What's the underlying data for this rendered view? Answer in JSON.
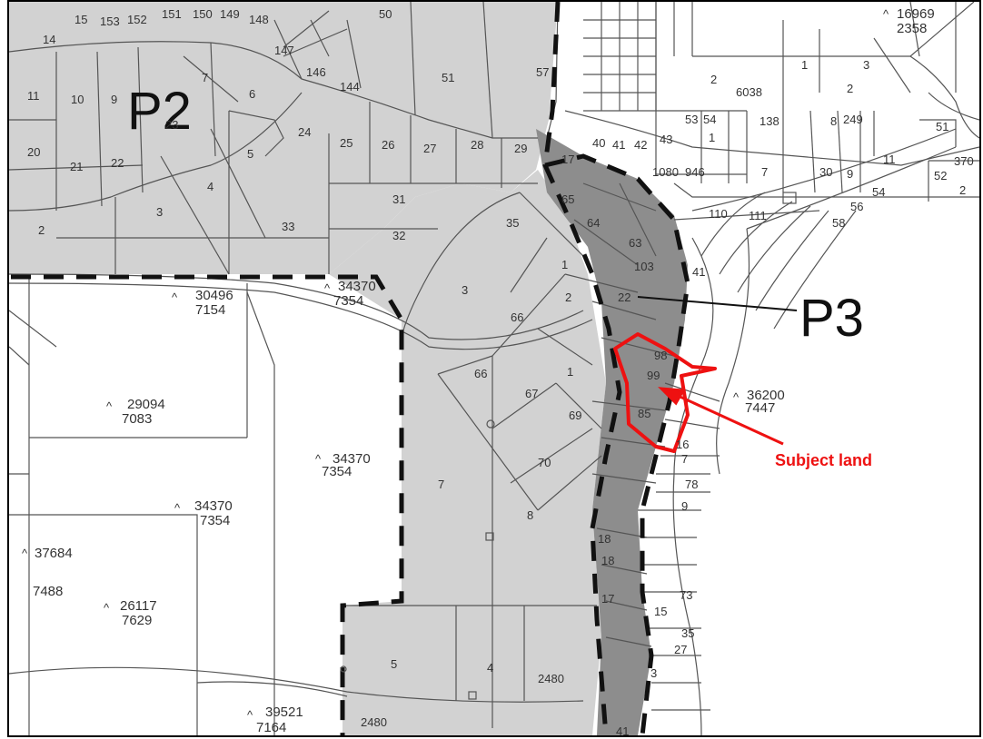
{
  "colors": {
    "zone_light": "#d2d2d2",
    "zone_dark": "#8d8d8d",
    "lines": "#555555",
    "subject": "#ee1111"
  },
  "zones": {
    "p2": "P2",
    "p3": "P3"
  },
  "callout": {
    "label": "Subject land"
  },
  "deposited_plans": [
    {
      "number": "16969",
      "lot": "2358"
    },
    {
      "number": "30496",
      "lot": "7154"
    },
    {
      "number": "34370",
      "lot": "7354"
    },
    {
      "number": "29094",
      "lot": "7083"
    },
    {
      "number": "34370",
      "lot": "7354"
    },
    {
      "number": "34370",
      "lot": "7354"
    },
    {
      "number": "36200",
      "lot": "7447"
    },
    {
      "number": "37684",
      "lot": "7488"
    },
    {
      "number": "26117",
      "lot": "7629"
    },
    {
      "number": "39521",
      "lot": "7164"
    }
  ],
  "lots": [
    {
      "label": "15"
    },
    {
      "label": "153"
    },
    {
      "label": "152"
    },
    {
      "label": "151"
    },
    {
      "label": "150"
    },
    {
      "label": "149"
    },
    {
      "label": "148"
    },
    {
      "label": "50"
    },
    {
      "label": "14"
    },
    {
      "label": "147"
    },
    {
      "label": "146"
    },
    {
      "label": "144"
    },
    {
      "label": "51"
    },
    {
      "label": "57"
    },
    {
      "label": "11"
    },
    {
      "label": "10"
    },
    {
      "label": "9"
    },
    {
      "label": "7"
    },
    {
      "label": "6"
    },
    {
      "label": "23"
    },
    {
      "label": "20"
    },
    {
      "label": "21"
    },
    {
      "label": "22"
    },
    {
      "label": "5"
    },
    {
      "label": "24"
    },
    {
      "label": "25"
    },
    {
      "label": "26"
    },
    {
      "label": "27"
    },
    {
      "label": "28"
    },
    {
      "label": "29"
    },
    {
      "label": "4"
    },
    {
      "label": "3"
    },
    {
      "label": "2"
    },
    {
      "label": "33"
    },
    {
      "label": "31"
    },
    {
      "label": "32"
    },
    {
      "label": "35"
    },
    {
      "label": "3"
    },
    {
      "label": "1"
    },
    {
      "label": "2"
    },
    {
      "label": "66"
    },
    {
      "label": "66"
    },
    {
      "label": "67"
    },
    {
      "label": "1"
    },
    {
      "label": "69"
    },
    {
      "label": "70"
    },
    {
      "label": "7"
    },
    {
      "label": "8"
    },
    {
      "label": "5"
    },
    {
      "label": "4"
    },
    {
      "label": "2480"
    },
    {
      "label": "2480"
    },
    {
      "label": "17"
    },
    {
      "label": "65"
    },
    {
      "label": "64"
    },
    {
      "label": "63"
    },
    {
      "label": "103"
    },
    {
      "label": "22"
    },
    {
      "label": "98"
    },
    {
      "label": "99"
    },
    {
      "label": "85"
    },
    {
      "label": "2"
    },
    {
      "label": "6038"
    },
    {
      "label": "1"
    },
    {
      "label": "3"
    },
    {
      "label": "2"
    },
    {
      "label": "53"
    },
    {
      "label": "54"
    },
    {
      "label": "138"
    },
    {
      "label": "8"
    },
    {
      "label": "249"
    },
    {
      "label": "51"
    },
    {
      "label": "40"
    },
    {
      "label": "41"
    },
    {
      "label": "42"
    },
    {
      "label": "43"
    },
    {
      "label": "1"
    },
    {
      "label": "1080"
    },
    {
      "label": "946"
    },
    {
      "label": "7"
    },
    {
      "label": "30"
    },
    {
      "label": "9"
    },
    {
      "label": "110"
    },
    {
      "label": "111"
    },
    {
      "label": "11"
    },
    {
      "label": "52"
    },
    {
      "label": "54"
    },
    {
      "label": "56"
    },
    {
      "label": "58"
    },
    {
      "label": "2"
    },
    {
      "label": "370"
    },
    {
      "label": "41"
    },
    {
      "label": "78"
    },
    {
      "label": "9"
    },
    {
      "label": "73"
    },
    {
      "label": "15"
    },
    {
      "label": "35"
    },
    {
      "label": "27"
    },
    {
      "label": "3"
    },
    {
      "label": "18"
    },
    {
      "label": "17"
    },
    {
      "label": "16"
    },
    {
      "label": "7"
    },
    {
      "label": "41"
    },
    {
      "label": "18"
    }
  ]
}
